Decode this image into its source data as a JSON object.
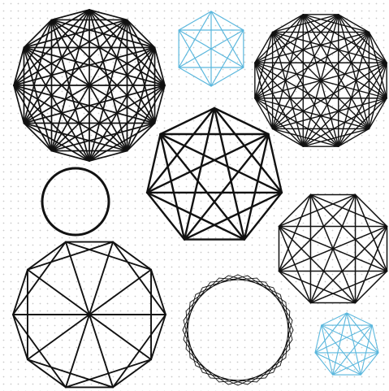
{
  "canvas": {
    "background": "#ffffff",
    "dot_grid_color": "#c9c9c9"
  },
  "colors": {
    "ink": "#111111",
    "accent": "#5ab7dd"
  },
  "figures": [
    {
      "name": "dodecagon-complete-graph",
      "sides": 12,
      "color": "ink",
      "style": "complete"
    },
    {
      "name": "small-hexagon-complete-graph-blue",
      "sides": 6,
      "color": "accent",
      "style": "complete"
    },
    {
      "name": "large-dodecagon-complete-graph",
      "sides": 12,
      "color": "ink",
      "style": "complete"
    },
    {
      "name": "heptagon-star-graph",
      "sides": 7,
      "color": "ink",
      "style": "complete"
    },
    {
      "name": "circle-ring",
      "sides": 0,
      "color": "ink",
      "style": "ring"
    },
    {
      "name": "octagon-complete-graph",
      "sides": 8,
      "color": "ink",
      "style": "complete"
    },
    {
      "name": "decagon-radial-graph",
      "sides": 10,
      "color": "ink",
      "style": "radial"
    },
    {
      "name": "circle-string-art",
      "sides": 36,
      "color": "ink",
      "style": "string-art"
    },
    {
      "name": "small-heptagon-complete-graph-blue",
      "sides": 7,
      "color": "accent",
      "style": "complete"
    }
  ]
}
